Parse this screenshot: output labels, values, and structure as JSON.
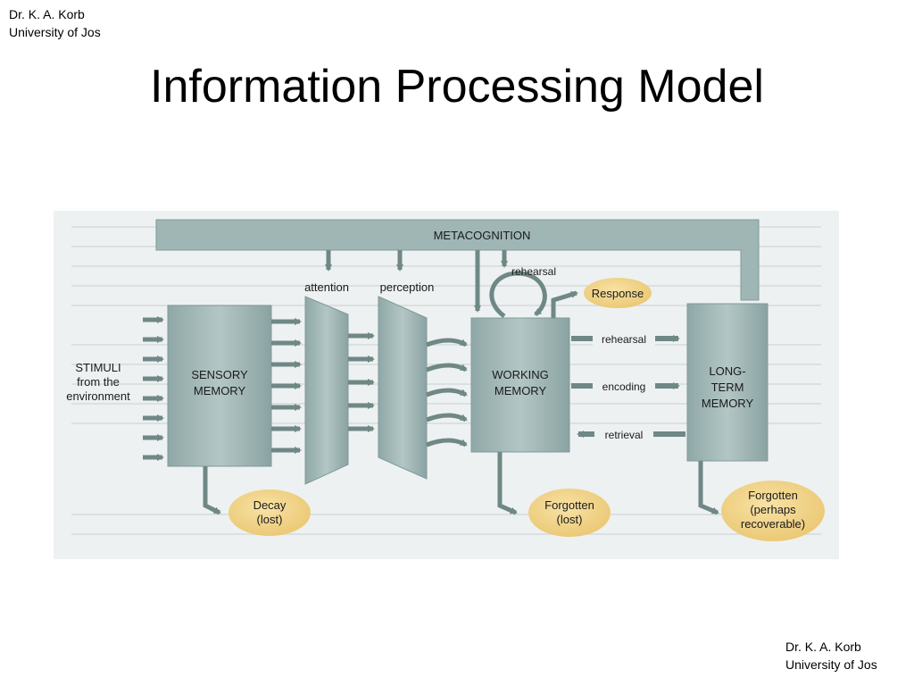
{
  "header": {
    "author": "Dr. K. A. Korb",
    "institution": "University of Jos"
  },
  "footer": {
    "author": "Dr. K. A. Korb",
    "institution": "University of Jos"
  },
  "title": "Information Processing Model",
  "diagram": {
    "metacognition": "METACOGNITION",
    "stimuli": [
      "STIMULI",
      "from the",
      "environment"
    ],
    "sensory_memory": [
      "SENSORY",
      "MEMORY"
    ],
    "attention": "attention",
    "perception": "perception",
    "rehearsal_loop": "rehearsal",
    "response": "Response",
    "working_memory": [
      "WORKING",
      "MEMORY"
    ],
    "long_term_memory": [
      "LONG-",
      "TERM",
      "MEMORY"
    ],
    "arrow_rehearsal": "rehearsal",
    "arrow_encoding": "encoding",
    "arrow_retrieval": "retrieval",
    "decay": [
      "Decay",
      "(lost)"
    ],
    "forgotten_wm": [
      "Forgotten",
      "(lost)"
    ],
    "forgotten_ltm": [
      "Forgotten",
      "(perhaps",
      "recoverable)"
    ]
  },
  "colors": {
    "box": "#a6bcbb",
    "box_dark": "#7f9b9a",
    "oval": "#f2d48a",
    "arrow": "#6f8886",
    "background": "#f2f4f4"
  }
}
